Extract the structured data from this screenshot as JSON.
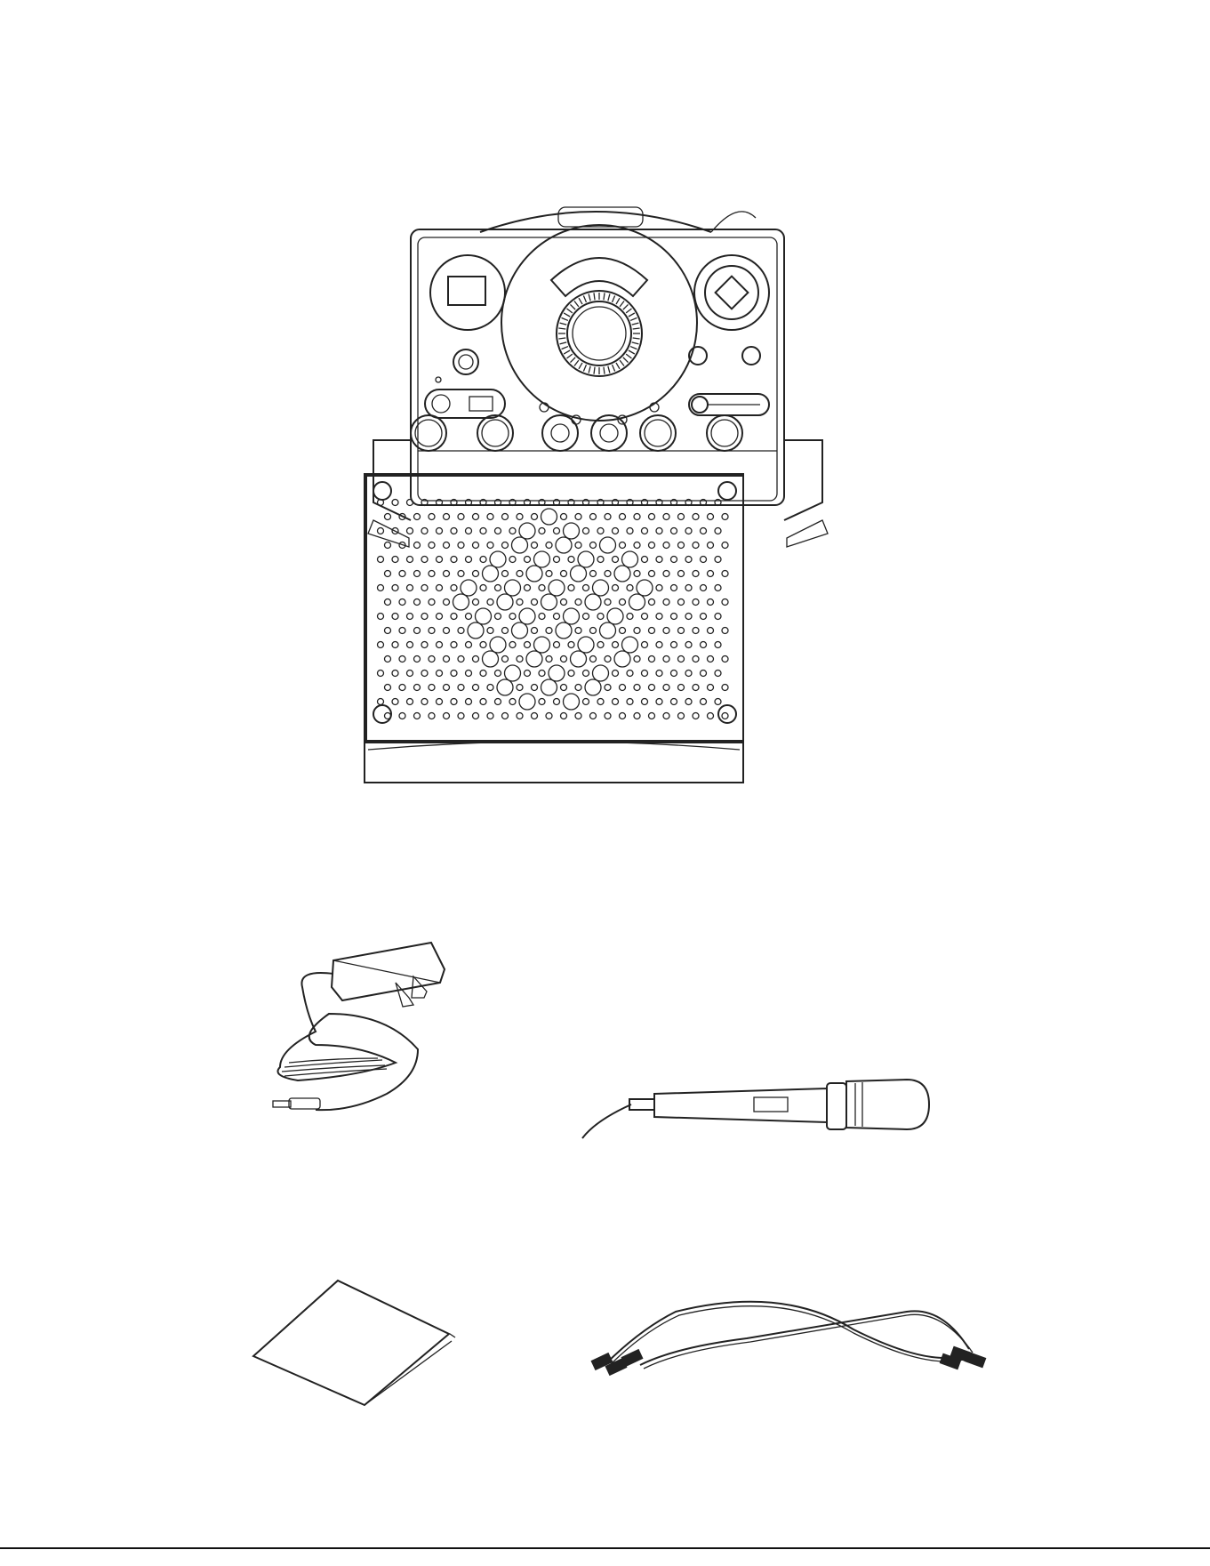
{
  "page": {
    "footer_text": "",
    "figures": {
      "machine": "karaoke-machine",
      "adapter": "ac-power-adapter",
      "microphone": "microphone",
      "manual": "instruction-manual",
      "cable": "rca-av-cable"
    }
  }
}
